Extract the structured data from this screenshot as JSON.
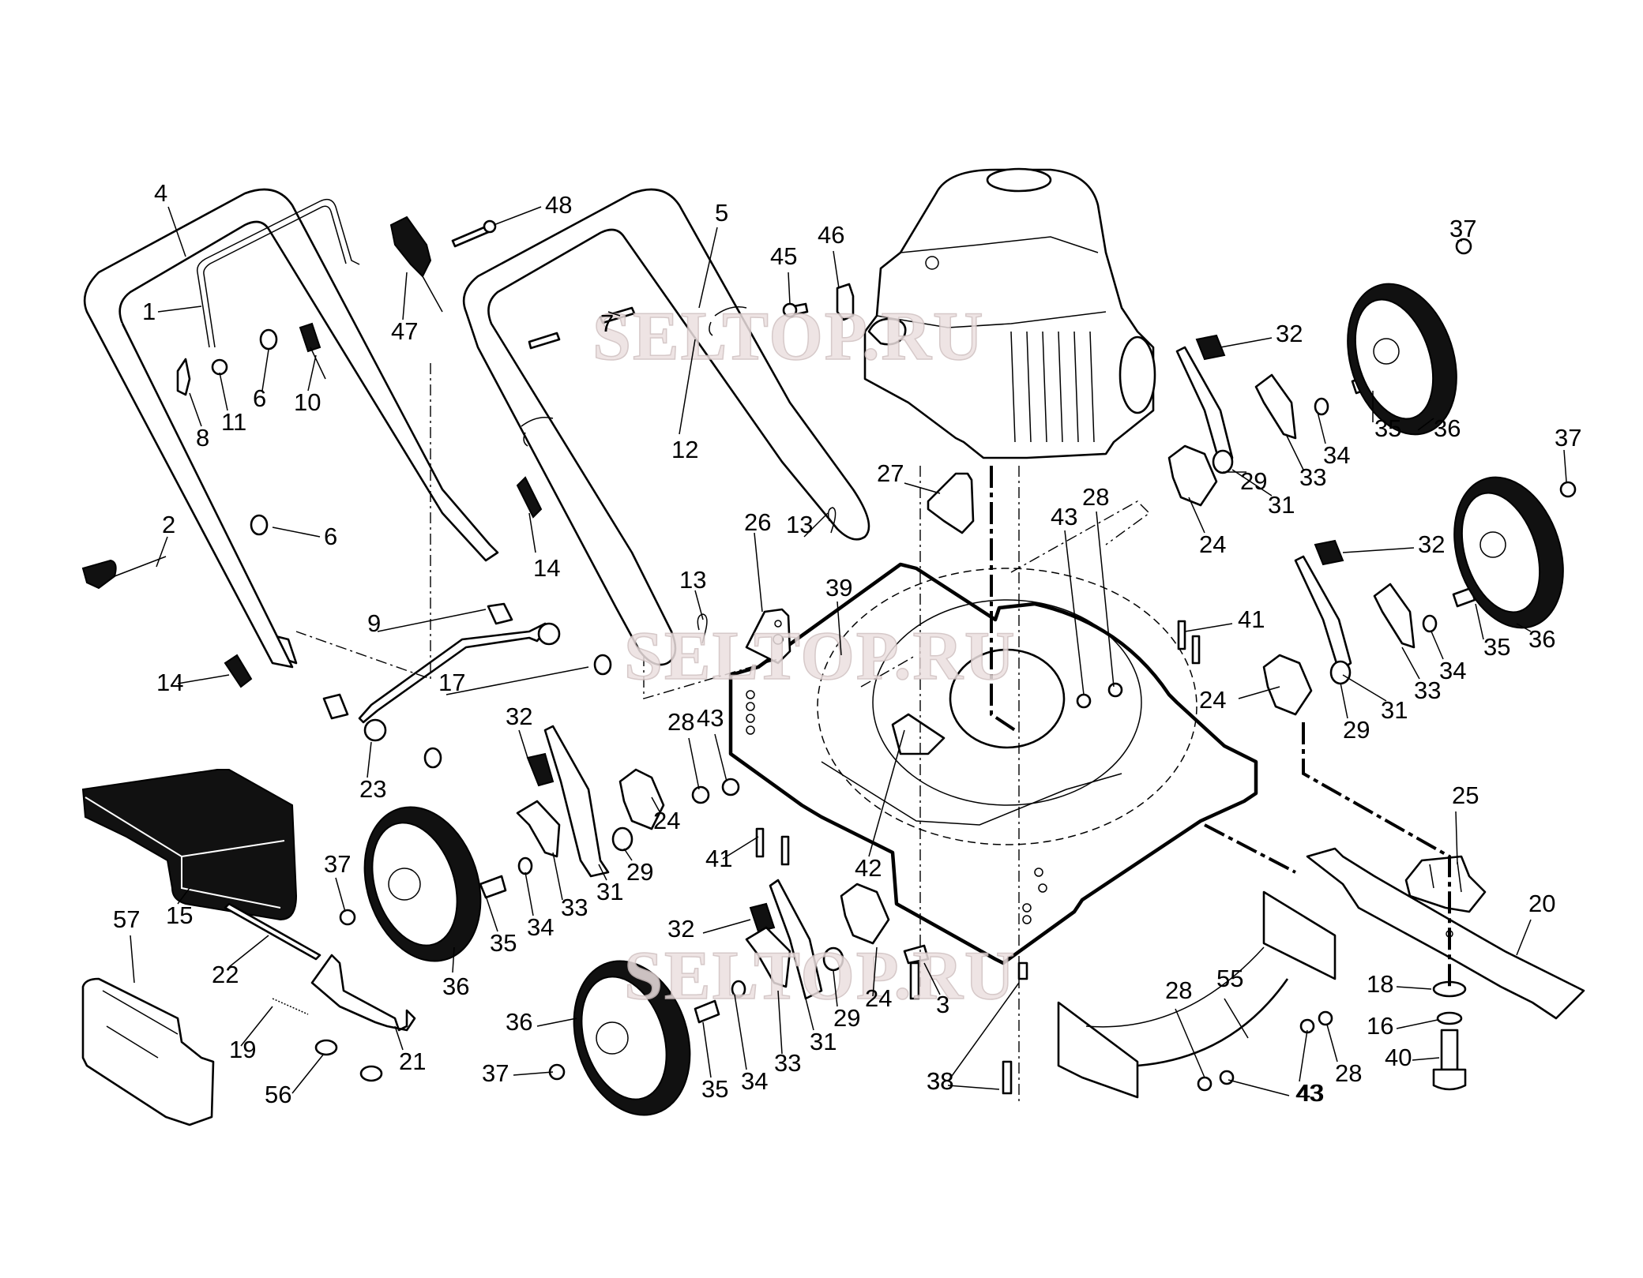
{
  "diagram": {
    "subject": "Lawn mower exploded parts diagram",
    "watermark_text": "SELTOP.RU",
    "labels": {
      "l1": "1",
      "l2": "2",
      "l3": "3",
      "l4": "4",
      "l5": "5",
      "l6a": "6",
      "l6b": "6",
      "l7": "7",
      "l8": "8",
      "l9": "9",
      "l10": "10",
      "l11": "11",
      "l12": "12",
      "l13a": "13",
      "l13b": "13",
      "l14a": "14",
      "l14b": "14",
      "l15": "15",
      "l16": "16",
      "l17": "17",
      "l18": "18",
      "l19": "19",
      "l20": "20",
      "l21": "21",
      "l22": "22",
      "l23": "23",
      "l24a": "24",
      "l24b": "24",
      "l24c": "24",
      "l24d": "24",
      "l25": "25",
      "l26": "26",
      "l27": "27",
      "l28a": "28",
      "l28b": "28",
      "l28c": "28",
      "l28d": "28",
      "l29a": "29",
      "l29b": "29",
      "l29c": "29",
      "l29d": "29",
      "l31a": "31",
      "l31b": "31",
      "l31c": "31",
      "l31d": "31",
      "l32a": "32",
      "l32b": "32",
      "l32c": "32",
      "l32d": "32",
      "l33a": "33",
      "l33b": "33",
      "l33c": "33",
      "l33d": "33",
      "l34a": "34",
      "l34b": "34",
      "l34c": "34",
      "l34d": "34",
      "l35a": "35",
      "l35b": "35",
      "l35c": "35",
      "l35d": "35",
      "l36a": "36",
      "l36b": "36",
      "l36c": "36",
      "l36d": "36",
      "l37a": "37",
      "l37b": "37",
      "l37c": "37",
      "l37d": "37",
      "l38a": "38",
      "l38b": "38",
      "l39": "39",
      "l40": "40",
      "l41a": "41",
      "l41b": "41",
      "l42": "42",
      "l43a": "43",
      "l43b": "43",
      "l43c": "43",
      "l43d": "43",
      "l45": "45",
      "l46": "46",
      "l47": "47",
      "l48": "48",
      "l55": "55",
      "l56": "56",
      "l57": "57"
    }
  }
}
